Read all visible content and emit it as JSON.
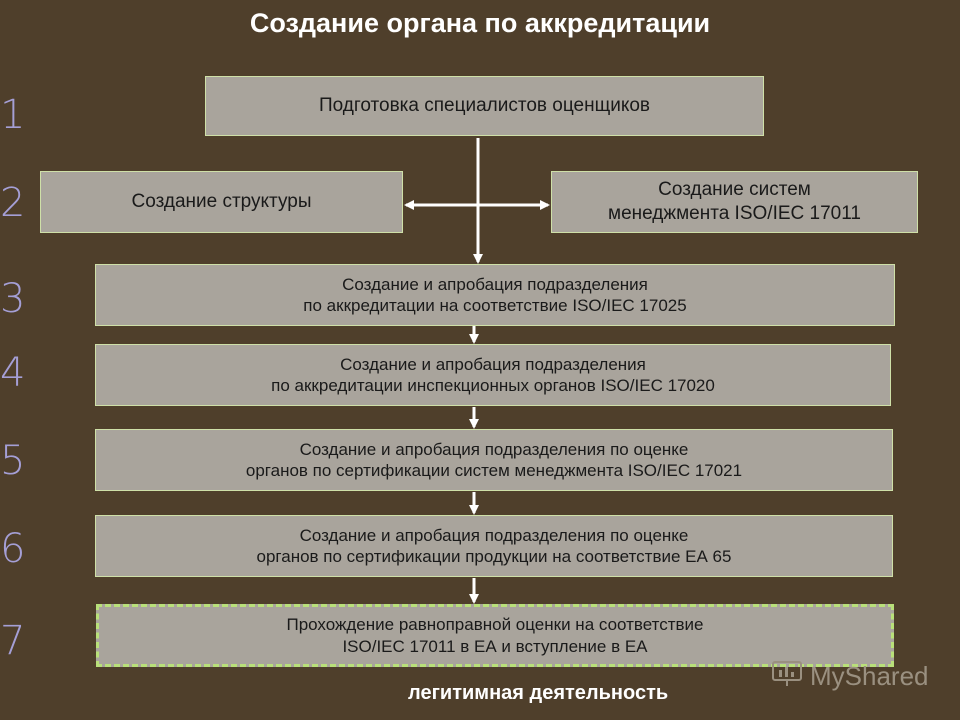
{
  "title": "Создание органа по аккредитации",
  "steps": {
    "s1": {
      "num": "1",
      "lines": [
        "Подготовка специалистов оценщиков"
      ]
    },
    "s2a": {
      "num": "2",
      "lines": [
        "Создание структуры"
      ]
    },
    "s2b": {
      "lines": [
        "Создание систем",
        "менеджмента ISO/IEC 17011"
      ]
    },
    "s3": {
      "num": "3",
      "lines": [
        "Создание и апробация подразделения",
        "по аккредитации на соответствие ISO/IEC 17025"
      ]
    },
    "s4": {
      "num": "4",
      "lines": [
        "Создание и апробация подразделения",
        "по аккредитации инспекционных органов ISO/IEC 17020"
      ]
    },
    "s5": {
      "num": "5",
      "lines": [
        "Создание и апробация подразделения по оценке",
        "органов по сертификации систем менеджмента ISO/IEC 17021"
      ]
    },
    "s6": {
      "num": "6",
      "lines": [
        "Создание и апробация подразделения по оценке",
        "органов по сертификации продукции на соответствие ЕА 65"
      ]
    },
    "s7": {
      "num": "7",
      "lines": [
        "Прохождение равноправной оценки на соответствие",
        "ISO/IEC 17011 в ЕА и вступление в ЕА"
      ]
    }
  },
  "footer": "легитимная деятельность",
  "watermark": "MyShared",
  "colors": {
    "background": "#4f3f2b",
    "box": "#a9a49c",
    "numbers": "#a59fd6",
    "dashed_border": "#b9e07a"
  }
}
